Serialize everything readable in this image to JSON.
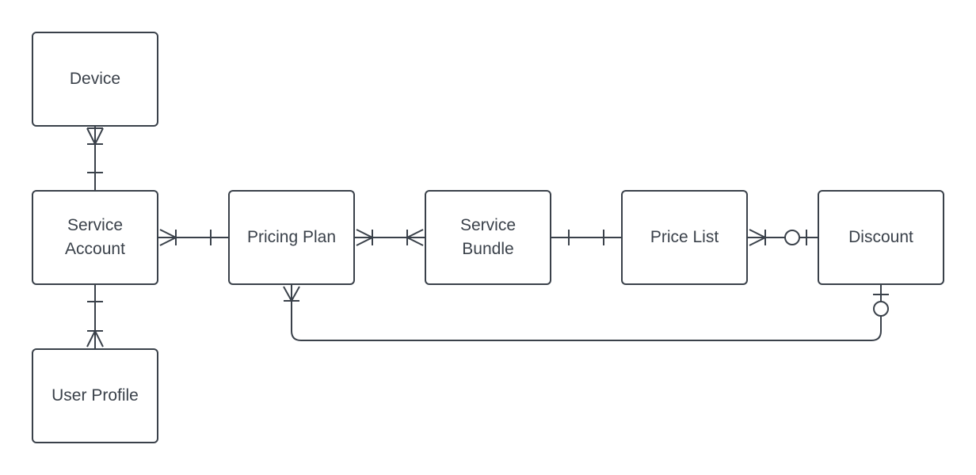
{
  "diagram": {
    "type": "entity-relationship",
    "entities": {
      "device": "Device",
      "service_account": [
        "Service",
        "Account"
      ],
      "user_profile": "User Profile",
      "pricing_plan": "Pricing Plan",
      "service_bundle": [
        "Service",
        "Bundle"
      ],
      "price_list": "Price List",
      "discount": "Discount"
    },
    "relationships": [
      {
        "from": "Service Account",
        "to": "Device",
        "from_end": "one",
        "to_end": "one-or-many"
      },
      {
        "from": "Service Account",
        "to": "User Profile",
        "from_end": "one",
        "to_end": "one-or-many"
      },
      {
        "from": "Service Account",
        "to": "Pricing Plan",
        "from_end": "one-or-many",
        "to_end": "one"
      },
      {
        "from": "Pricing Plan",
        "to": "Service Bundle",
        "from_end": "one-or-many",
        "to_end": "one-or-many"
      },
      {
        "from": "Service Bundle",
        "to": "Price List",
        "from_end": "one",
        "to_end": "one"
      },
      {
        "from": "Price List",
        "to": "Discount",
        "from_end": "one-or-many",
        "to_end": "zero-or-one"
      },
      {
        "from": "Discount",
        "to": "Pricing Plan",
        "from_end": "zero-or-one",
        "to_end": "one-or-many"
      }
    ],
    "colors": {
      "stroke": "#3a414a",
      "background": "#ffffff"
    }
  }
}
